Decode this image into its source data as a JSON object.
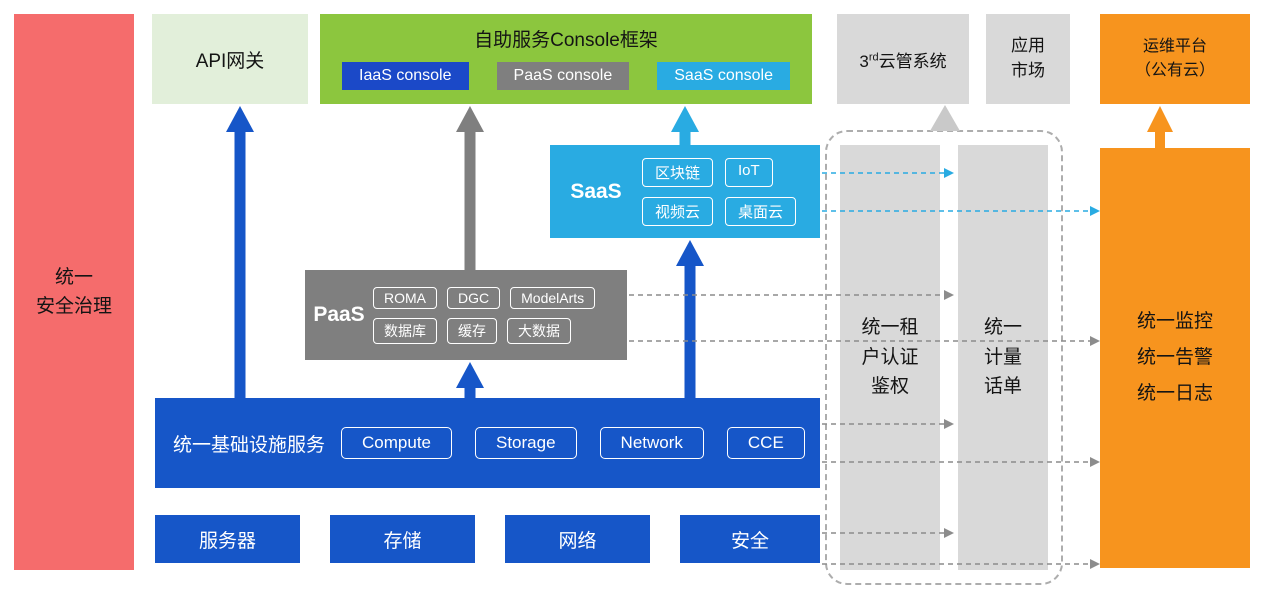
{
  "colors": {
    "red": "#F56C6C",
    "light_green": "#E2EFDA",
    "green": "#8CC63E",
    "blue": "#1656C8",
    "cyan": "#29ABE2",
    "gray": "#7F7F7F",
    "light_gray": "#D9D9D9",
    "orange": "#F7941E"
  },
  "security_bar": {
    "label": "统一\n安全治理"
  },
  "api_gateway": {
    "label": "API网关"
  },
  "console_framework": {
    "title": "自助服务Console框架",
    "items": [
      {
        "label": "IaaS console"
      },
      {
        "label": "PaaS console"
      },
      {
        "label": "SaaS console"
      }
    ]
  },
  "third_party_cloud": {
    "prefix": "3",
    "sup": "rd",
    "suffix": "云管系统"
  },
  "app_market": {
    "label": "应用\n市场"
  },
  "ops_platform": {
    "label": "运维平台\n（公有云）"
  },
  "saas": {
    "label": "SaaS",
    "items": [
      "区块链",
      "IoT",
      "视频云",
      "桌面云"
    ]
  },
  "paas": {
    "label": "PaaS",
    "items": [
      "ROMA",
      "DGC",
      "ModelArts",
      "数据库",
      "缓存",
      "大数据"
    ]
  },
  "infrastructure": {
    "label": "统一基础设施服务",
    "items": [
      "Compute",
      "Storage",
      "Network",
      "CCE"
    ]
  },
  "hardware": {
    "items": [
      "服务器",
      "存储",
      "网络",
      "安全"
    ]
  },
  "auth_bar": {
    "label": "统一租\n户认证\n鉴权"
  },
  "metering_bar": {
    "label": "统一\n计量\n话单"
  },
  "monitoring_bar": {
    "label": "统一监控\n统一告警\n统一日志"
  }
}
